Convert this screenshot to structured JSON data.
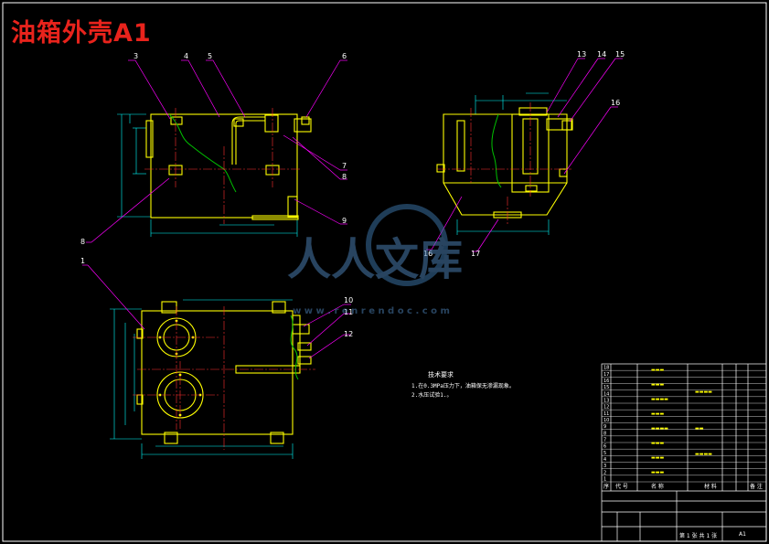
{
  "title": "油箱外壳A1",
  "balloons": {
    "top_view": [
      "3",
      "4",
      "5",
      "6",
      "7",
      "8",
      "9",
      "8"
    ],
    "side_view": [
      "13",
      "14",
      "15",
      "16",
      "16",
      "17"
    ],
    "plan_view": [
      "1",
      "10",
      "11",
      "12"
    ]
  },
  "tech_notes": {
    "heading": "技术要求",
    "lines": [
      "1.在0.3MPa压力下，油箱保无渗漏现象。",
      "2.水压试验1.。"
    ]
  },
  "watermark": {
    "brand": "人人文库",
    "url": "w w w . r e n r e n d o c . c o m"
  },
  "title_block": {
    "row_numbers": [
      "18",
      "17",
      "16",
      "15",
      "14",
      "13",
      "12",
      "11",
      "10",
      "9",
      "8",
      "7",
      "6",
      "5",
      "4",
      "3",
      "2",
      "1"
    ],
    "header": [
      "序",
      "代 号",
      "名 称",
      "材 料",
      "备 注"
    ],
    "sheet": "第 1 张  共 1 张",
    "drawing_no": "A1"
  },
  "colors": {
    "outline": "#ffff00",
    "leader": "#ff00ff",
    "dimension": "#00ffff",
    "centerline": "#ff3030",
    "hidden": "#00c000",
    "title": "#e8231c",
    "frame": "#ffffff"
  }
}
